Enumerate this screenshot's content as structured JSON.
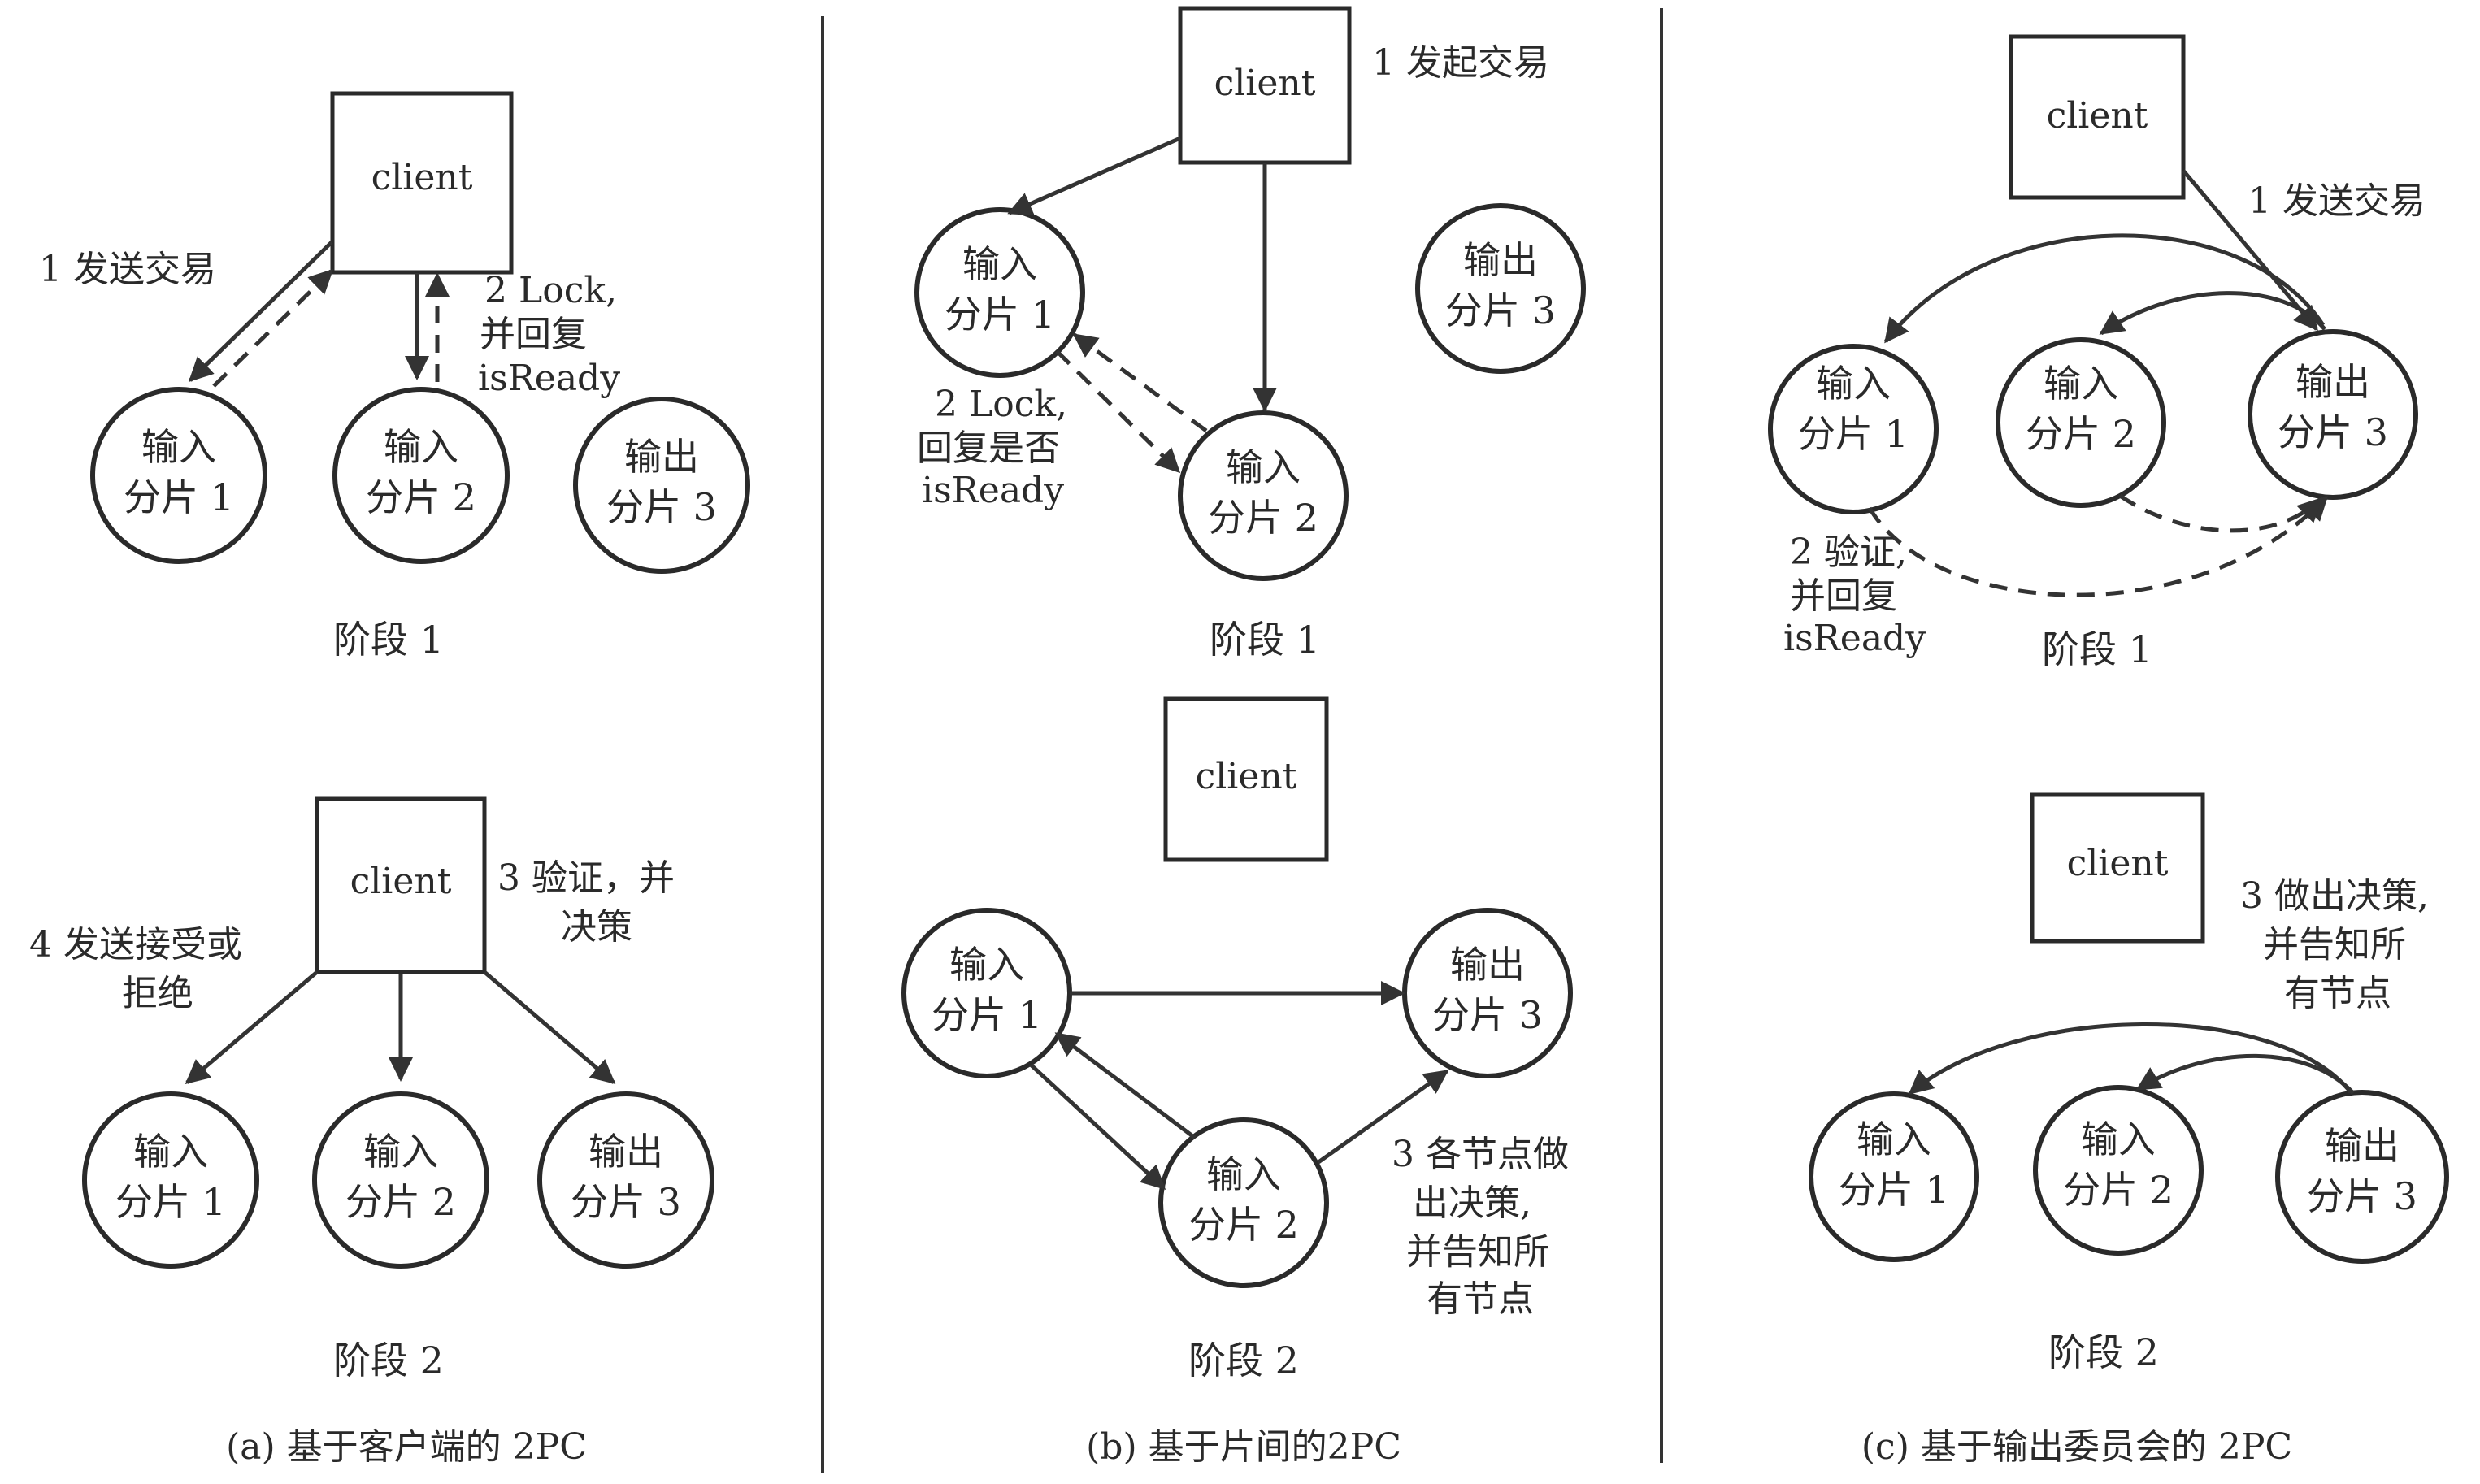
{
  "client_label": "client",
  "panels": {
    "a": {
      "caption": "(a) 基于客户端的 2PC",
      "stage1": {
        "title": "阶段 1",
        "nodes": [
          [
            "输入",
            "分片 1"
          ],
          [
            "输入",
            "分片 2"
          ],
          [
            "输出",
            "分片 3"
          ]
        ],
        "step1": "1 发送交易",
        "step2": [
          "2 Lock,",
          "并回复",
          "isReady"
        ]
      },
      "stage2": {
        "title": "阶段 2",
        "nodes": [
          [
            "输入",
            "分片 1"
          ],
          [
            "输入",
            "分片 2"
          ],
          [
            "输出",
            "分片 3"
          ]
        ],
        "step3": [
          "3 验证，并",
          "决策"
        ],
        "step4": [
          "4 发送接受或",
          "拒绝"
        ]
      }
    },
    "b": {
      "caption": "(b) 基于片间的2PC",
      "stage1": {
        "title": "阶段 1",
        "nodes": [
          [
            "输入",
            "分片 1"
          ],
          [
            "输入",
            "分片 2"
          ],
          [
            "输出",
            "分片 3"
          ]
        ],
        "step1": "1 发起交易",
        "step2": [
          "2 Lock,",
          "回复是否",
          "isReady"
        ]
      },
      "stage2": {
        "title": "阶段 2",
        "nodes": [
          [
            "输入",
            "分片 1"
          ],
          [
            "输入",
            "分片 2"
          ],
          [
            "输出",
            "分片 3"
          ]
        ],
        "step3": [
          "3 各节点做",
          "出决策,",
          "并告知所",
          "有节点"
        ]
      }
    },
    "c": {
      "caption": "(c) 基于输出委员会的 2PC",
      "stage1": {
        "title": "阶段 1",
        "nodes": [
          [
            "输入",
            "分片 1"
          ],
          [
            "输入",
            "分片 2"
          ],
          [
            "输出",
            "分片 3"
          ]
        ],
        "step1": "1 发送交易",
        "step2": [
          "2 验证,",
          "并回复",
          "isReady"
        ]
      },
      "stage2": {
        "title": "阶段 2",
        "nodes": [
          [
            "输入",
            "分片 1"
          ],
          [
            "输入",
            "分片 2"
          ],
          [
            "输出",
            "分片 3"
          ]
        ],
        "step3": [
          "3 做出决策,",
          "并告知所",
          "有节点"
        ]
      }
    }
  }
}
